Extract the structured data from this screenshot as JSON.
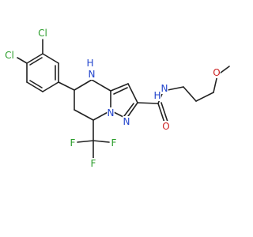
{
  "palette": {
    "carbon": "#222222",
    "chlorine": "#2a9d2a",
    "nitrogen": "#2244cc",
    "oxygen": "#cc2222",
    "fluorine": "#2a9d2a"
  },
  "atoms": {
    "cl1": "Cl",
    "cl2": "Cl",
    "nh_n": "N",
    "nh_h": "H",
    "n_ring1": "N",
    "n_ring2": "N",
    "amide_n": "N",
    "amide_h": "H",
    "carbonyl_o": "O",
    "ether_o": "O",
    "f1": "F",
    "f2": "F",
    "f3": "F"
  }
}
